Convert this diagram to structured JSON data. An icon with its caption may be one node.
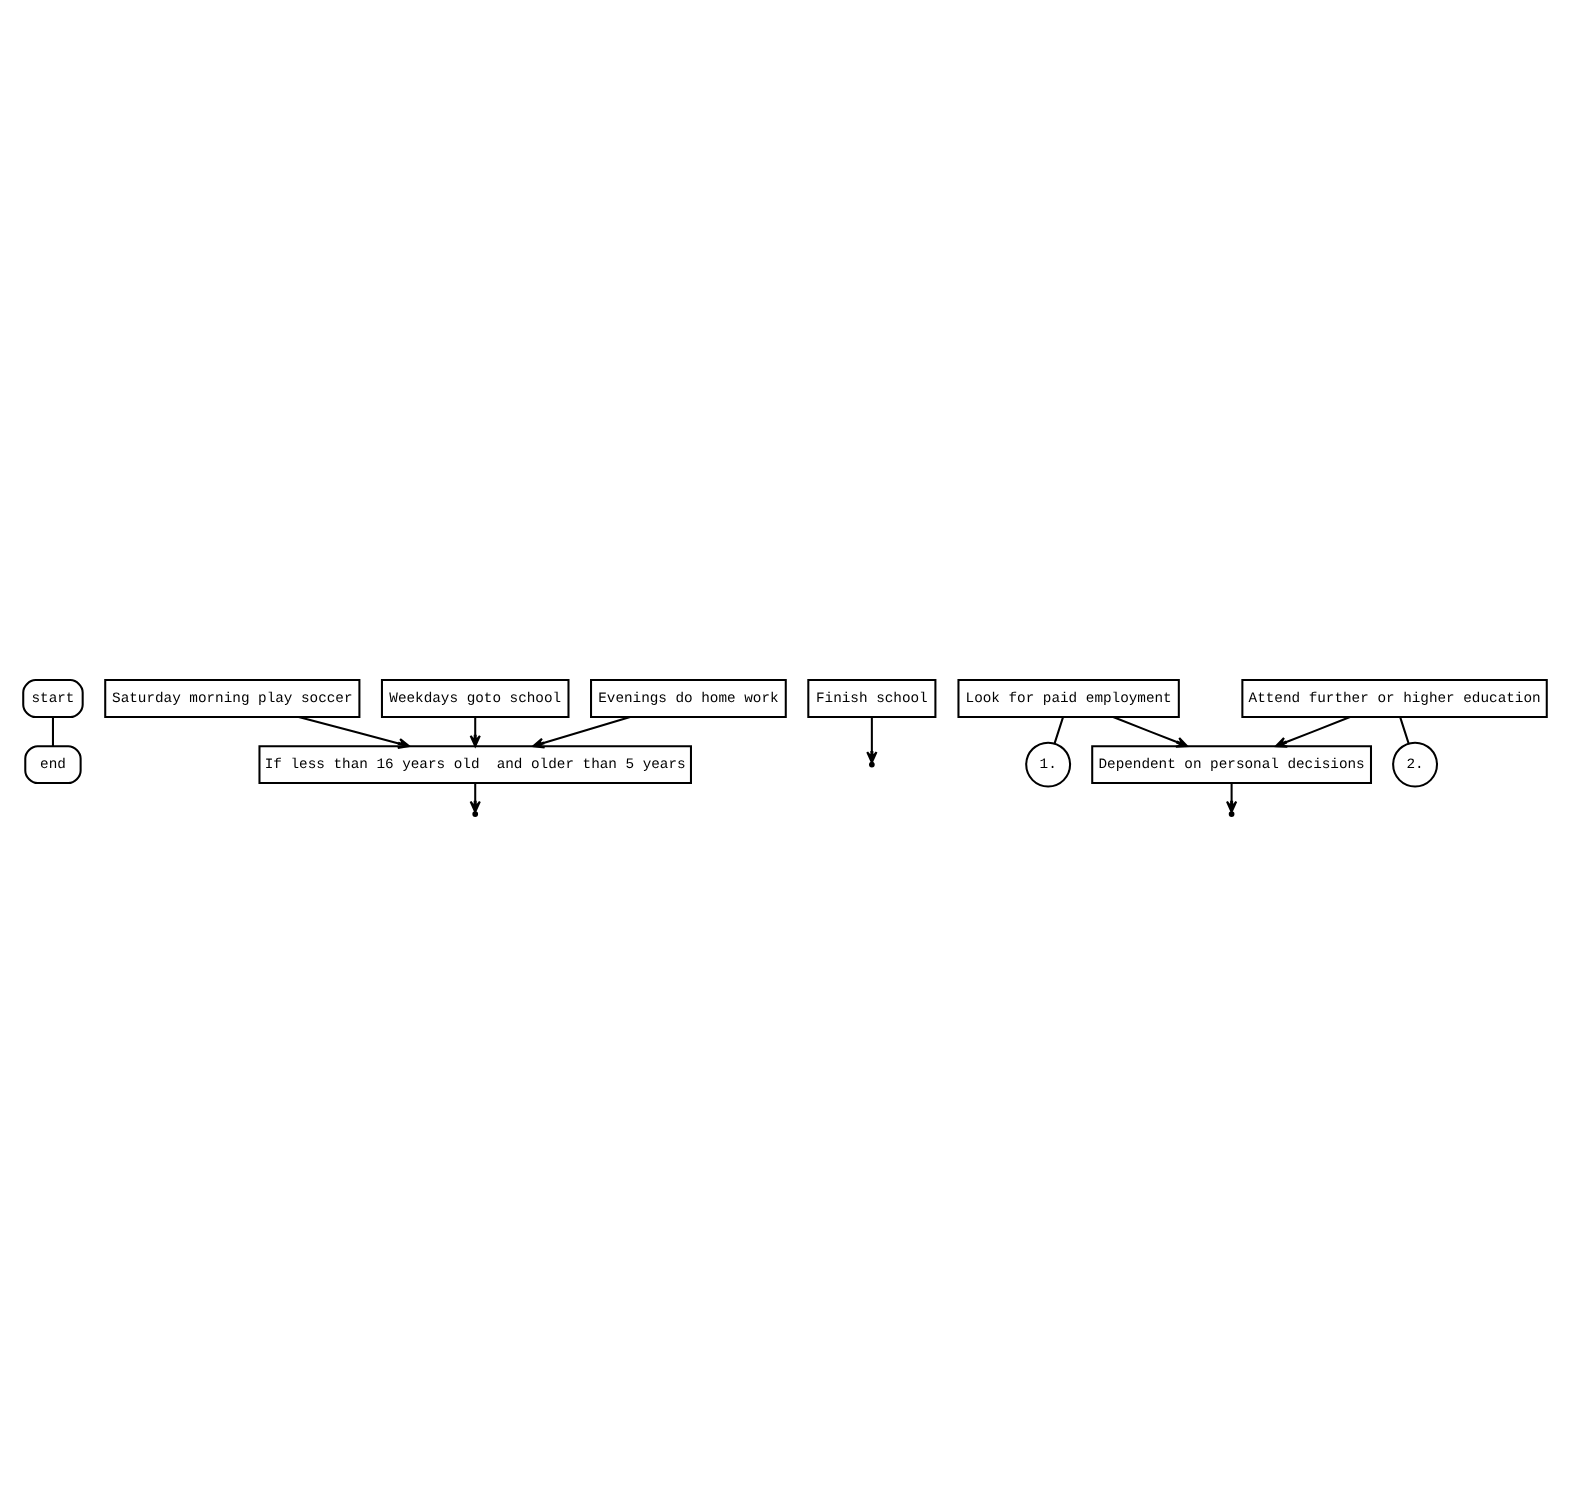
{
  "diagram": {
    "nodes": [
      {
        "text": [
          "start"
        ]
      },
      {
        "text": [
          "If less than 16 years old  and older than 5 years"
        ]
      },
      {
        "text": [
          "Saturday morning play soccer"
        ]
      },
      {
        "text": [
          "Weekdays goto school"
        ]
      },
      {
        "text": [
          "Evenings do home work"
        ]
      },
      {
        "text": [
          "Finish school"
        ]
      },
      {
        "text": [
          "Dependent on personal decisions"
        ]
      },
      {
        "text": [
          "Look for paid employment"
        ]
      },
      {
        "text": [
          "Attend further or higher education"
        ]
      },
      {
        "text": [
          "1."
        ]
      },
      {
        "text": [
          "2."
        ]
      },
      {
        "text": [
          "end"
        ]
      }
    ],
    "edges": [
      {
        "from": 0,
        "to": 11,
        "arrow": "none"
      },
      {
        "from": 1,
        "to": null,
        "arrow": "to"
      },
      {
        "from": 2,
        "to": 1,
        "arrow": "to"
      },
      {
        "from": 3,
        "to": 1,
        "arrow": "to"
      },
      {
        "from": 4,
        "to": 1,
        "arrow": "to"
      },
      {
        "from": 5,
        "to": null,
        "arrow": "to"
      },
      {
        "from": 6,
        "to": null,
        "arrow": "to"
      },
      {
        "from": 7,
        "to": 6,
        "arrow": "to"
      },
      {
        "from": 8,
        "to": 6,
        "arrow": "to"
      },
      {
        "from": 7,
        "to": 9,
        "arrow": "none"
      },
      {
        "from": 8,
        "to": 10,
        "arrow": "none"
      }
    ]
  }
}
